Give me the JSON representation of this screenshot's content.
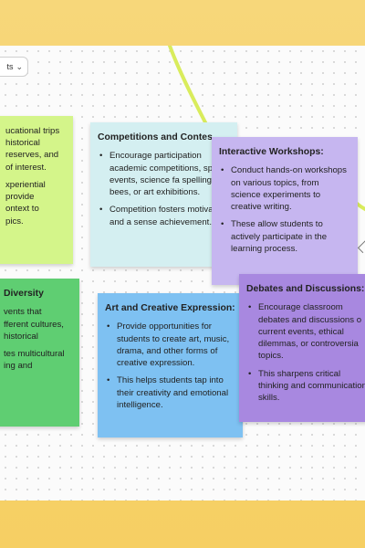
{
  "toolbar": {
    "label": "ts"
  },
  "notes": {
    "green": {
      "lines": [
        "ucational trips",
        " historical",
        " reserves, and",
        "of interest.",
        "xperiential",
        " provide",
        "ontext to",
        "pics."
      ]
    },
    "teal": {
      "title": "Competitions and Contes",
      "bullets": [
        "Encourage participation academic competitions, sports events, science fa spelling bees, or art exhibitions.",
        "Competition fosters motivation and a sense achievement."
      ]
    },
    "purple": {
      "title": "Interactive Workshops:",
      "bullets": [
        "Conduct hands-on workshops on various topics, from science experiments to creative writing.",
        "These allow students to actively participate in the learning process."
      ]
    },
    "green2": {
      "title": "Diversity",
      "lines": [
        "vents that",
        "fferent cultures,",
        " historical",
        "",
        "tes multicultural",
        "ing and"
      ]
    },
    "blue": {
      "title": "Art and Creative Expression:",
      "bullets": [
        "Provide opportunities for students to create art, music, drama, and other forms of creative expression.",
        "This helps students tap into their creativity and emotional intelligence."
      ]
    },
    "violet": {
      "title": "Debates and Discussions:",
      "bullets": [
        "Encourage classroom debates and discussions o current events, ethical dilemmas, or controversia topics.",
        "This sharpens critical thinking and communication skills."
      ]
    }
  },
  "icons": {
    "chevron": "chevron-down-icon",
    "camera": "video-camera-icon",
    "record": "record-icon",
    "mic": "microphone-icon"
  },
  "colors": {
    "connector": "#d9ec5c",
    "record": "#e5484d"
  }
}
